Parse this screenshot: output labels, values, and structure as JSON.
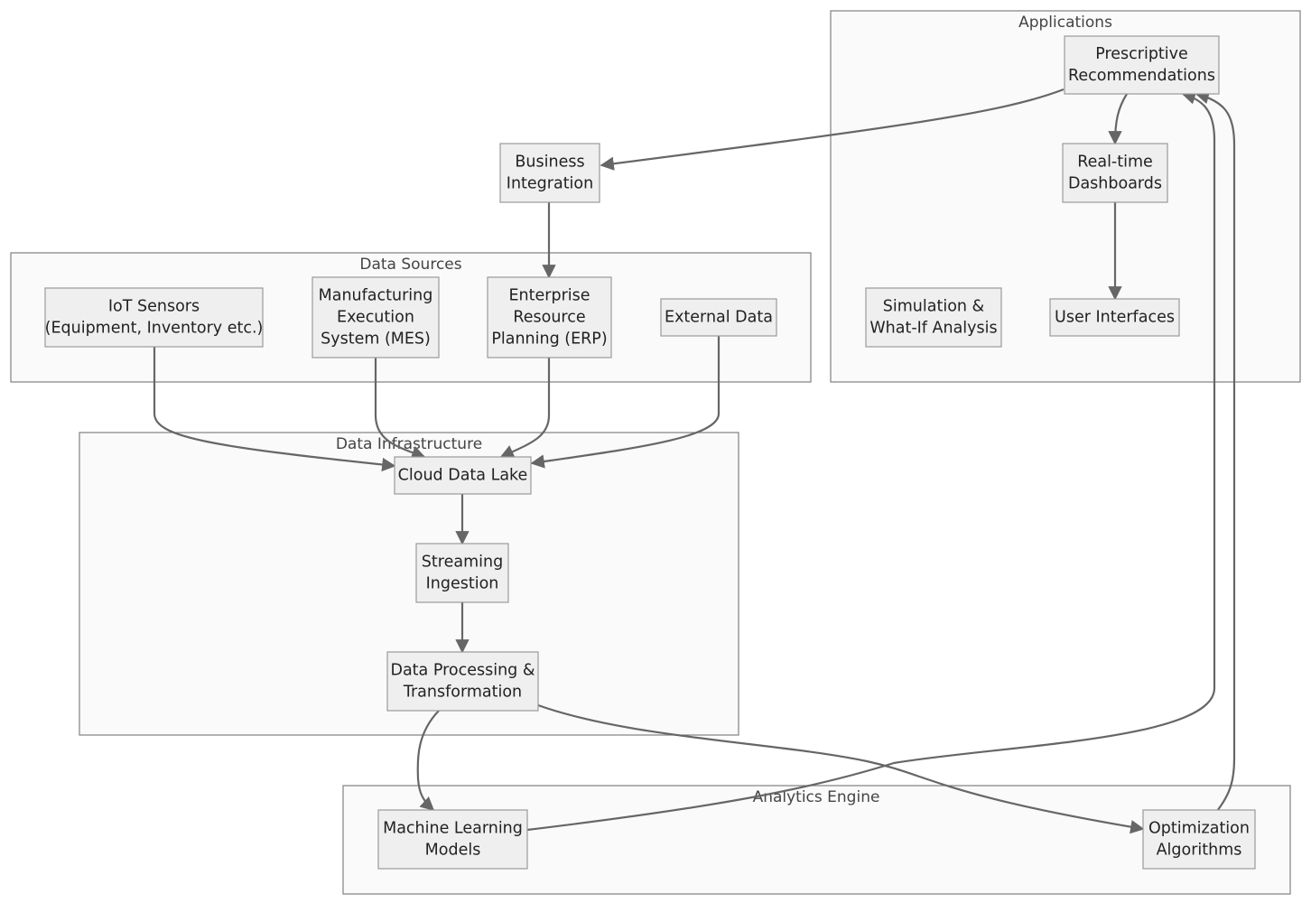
{
  "clusters": {
    "applications": "Applications",
    "data_sources": "Data Sources",
    "data_infrastructure": "Data Infrastructure",
    "analytics_engine": "Analytics Engine"
  },
  "nodes": {
    "prescriptive": [
      "Prescriptive",
      "Recommendations"
    ],
    "realtime": [
      "Real-time",
      "Dashboards"
    ],
    "simulation": [
      "Simulation &",
      "What-If Analysis"
    ],
    "user_interfaces": [
      "User Interfaces"
    ],
    "business_integration": [
      "Business",
      "Integration"
    ],
    "iot_sensors": [
      "IoT Sensors",
      "(Equipment, Inventory etc.)"
    ],
    "mes": [
      "Manufacturing",
      "Execution",
      "System (MES)"
    ],
    "erp": [
      "Enterprise",
      "Resource",
      "Planning (ERP)"
    ],
    "external_data": [
      "External Data"
    ],
    "cloud_data_lake": [
      "Cloud Data Lake"
    ],
    "streaming_ingestion": [
      "Streaming",
      "Ingestion"
    ],
    "data_processing": [
      "Data Processing &",
      "Transformation"
    ],
    "ml_models": [
      "Machine Learning",
      "Models"
    ],
    "optimization": [
      "Optimization",
      "Algorithms"
    ]
  },
  "colors": {
    "cluster_fill": "#fafafa",
    "cluster_stroke": "#808080",
    "node_fill": "#efefef",
    "node_stroke": "#9a9a9a",
    "edge": "#666666"
  }
}
